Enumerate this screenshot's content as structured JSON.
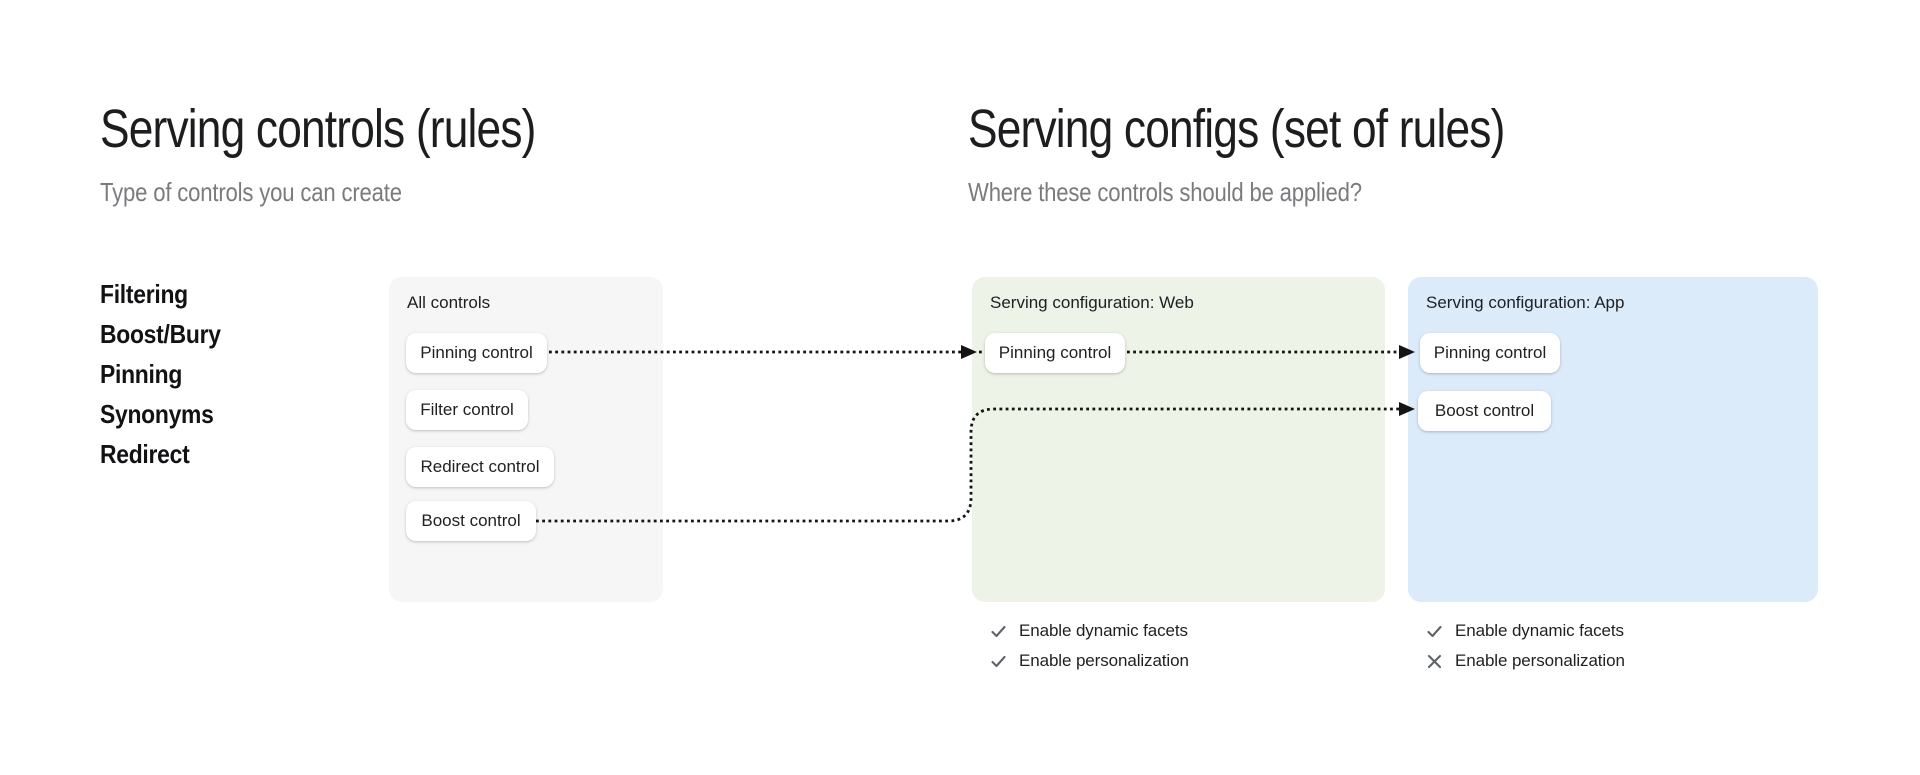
{
  "left_section": {
    "title": "Serving controls (rules)",
    "subtitle": "Type of controls you can create",
    "control_types": [
      {
        "label": "Filtering"
      },
      {
        "label": "Boost/Bury"
      },
      {
        "label": "Pinning"
      },
      {
        "label": "Synonyms"
      },
      {
        "label": "Redirect"
      }
    ]
  },
  "right_section": {
    "title": "Serving configs (set of rules)",
    "subtitle": "Where these controls should be applied?"
  },
  "cards": {
    "all_controls": {
      "label": "All controls",
      "background": "#f6f6f6",
      "buttons": [
        {
          "label": "Pinning control"
        },
        {
          "label": "Filter control"
        },
        {
          "label": "Redirect control"
        },
        {
          "label": "Boost control"
        }
      ]
    },
    "web_config": {
      "label": "Serving configuration: Web",
      "background": "#edf3e7",
      "buttons": [
        {
          "label": "Pinning control"
        }
      ],
      "settings": [
        {
          "icon": "check-icon",
          "label": "Enable dynamic facets"
        },
        {
          "icon": "check-icon",
          "label": "Enable personalization"
        }
      ]
    },
    "app_config": {
      "label": "Serving configuration: App",
      "background": "#dcebfa",
      "buttons": [
        {
          "label": "Pinning control"
        },
        {
          "label": "Boost control"
        }
      ],
      "settings": [
        {
          "icon": "check-icon",
          "label": "Enable dynamic facets"
        },
        {
          "icon": "x-icon",
          "label": "Enable personalization"
        }
      ]
    }
  },
  "connections": [
    {
      "from": "all-controls-pinning",
      "to": "web-config-pinning",
      "style": "dotted-arrow"
    },
    {
      "from": "web-config-pinning",
      "to": "app-config-pinning",
      "style": "dotted-arrow"
    },
    {
      "from": "all-controls-boost",
      "to": "app-config-boost",
      "style": "dotted-arrow"
    }
  ],
  "colors": {
    "arrow": "#141414",
    "icon_gray": "#5f6368",
    "heading_text": "#1c1d1f",
    "subtitle_text": "#797b7e"
  }
}
